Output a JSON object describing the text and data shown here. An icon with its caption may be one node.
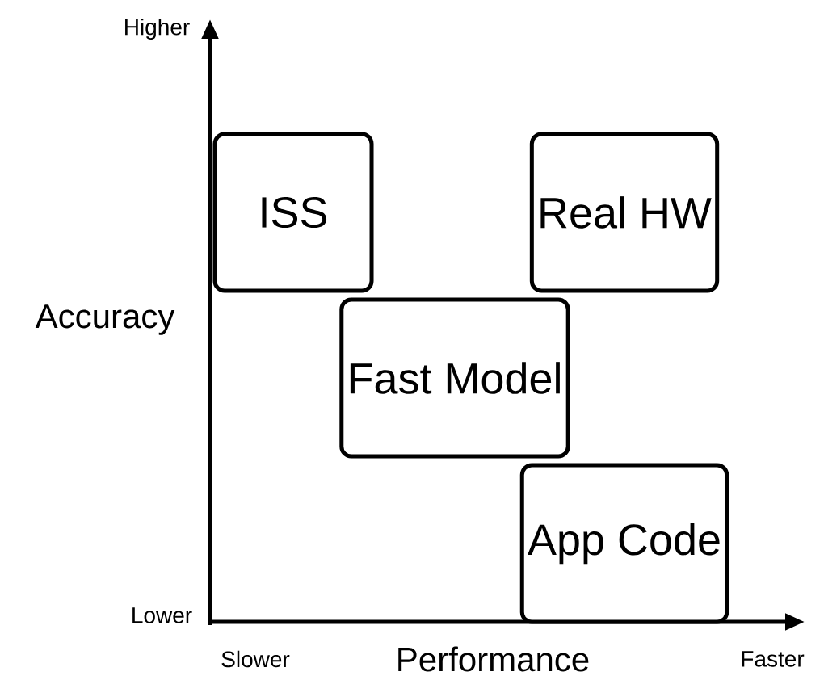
{
  "diagram": {
    "nodes": [
      {
        "text": [
          "ISS"
        ]
      },
      {
        "text": [
          "Real HW"
        ]
      },
      {
        "text": [
          "Fast Model"
        ]
      },
      {
        "text": [
          "App Code"
        ]
      }
    ],
    "labels": [
      "Higher",
      "Accuracy",
      "Lower",
      "Slower",
      "Performance",
      "Faster"
    ]
  }
}
